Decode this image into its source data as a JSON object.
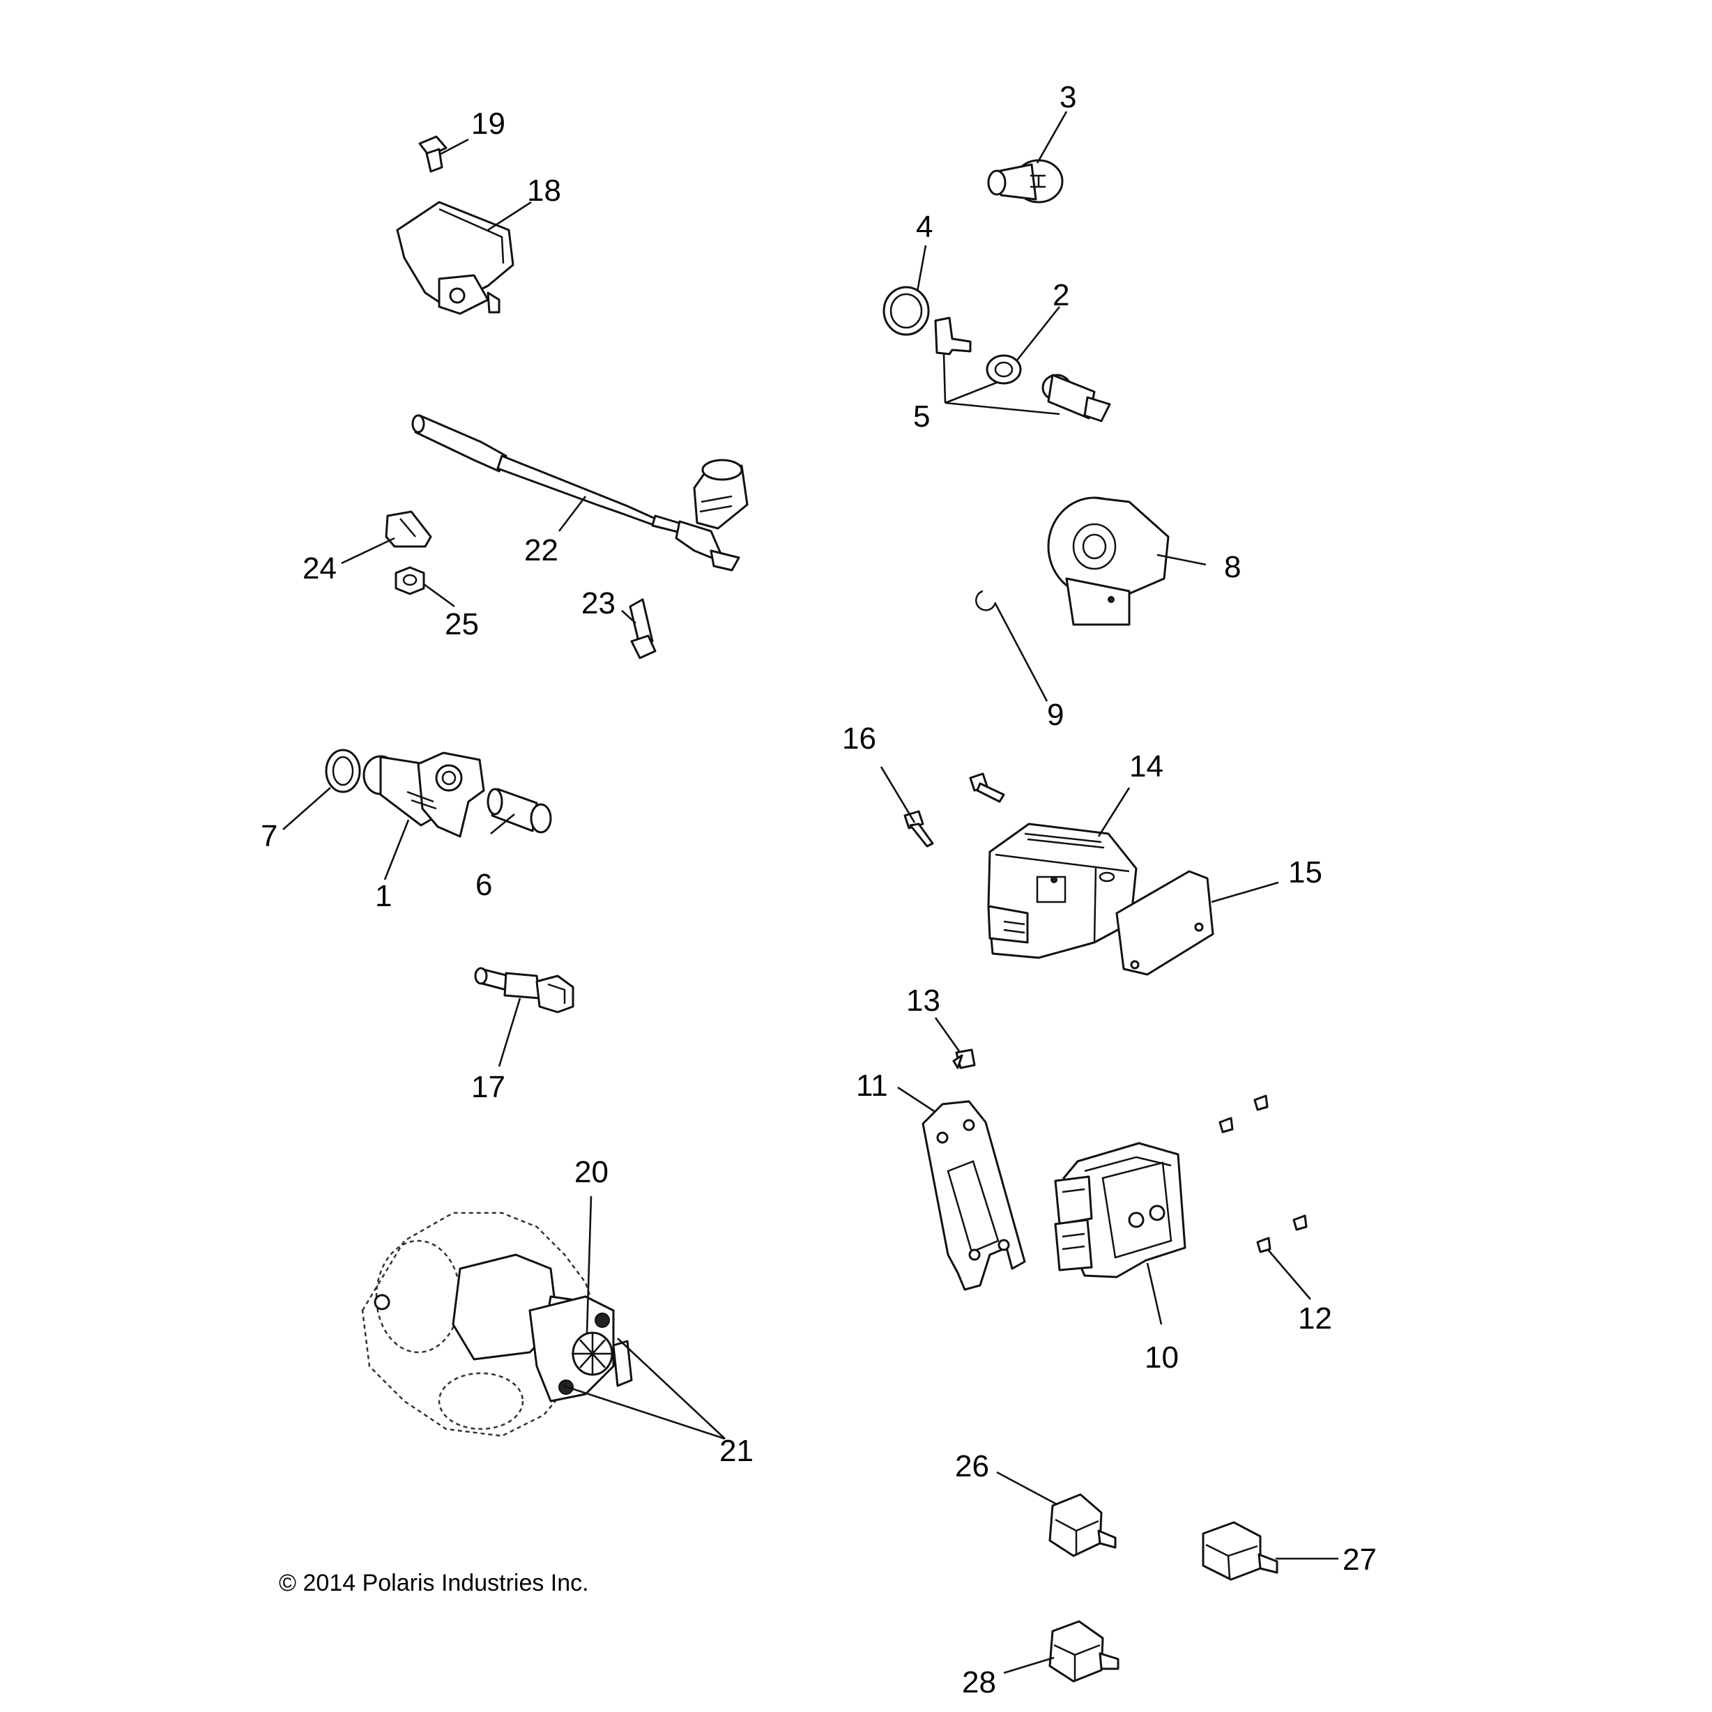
{
  "copyright": "© 2014 Polaris Industries Inc.",
  "callouts": {
    "c1": "1",
    "c2": "2",
    "c3": "3",
    "c4": "4",
    "c5": "5",
    "c6": "6",
    "c7": "7",
    "c8": "8",
    "c9": "9",
    "c10": "10",
    "c11": "11",
    "c12": "12",
    "c13": "13",
    "c14": "14",
    "c15": "15",
    "c16": "16",
    "c17": "17",
    "c18": "18",
    "c19": "19",
    "c20": "20",
    "c21": "21",
    "c22": "22",
    "c23": "23",
    "c24": "24",
    "c25": "25",
    "c26": "26",
    "c27": "27",
    "c28": "28"
  }
}
